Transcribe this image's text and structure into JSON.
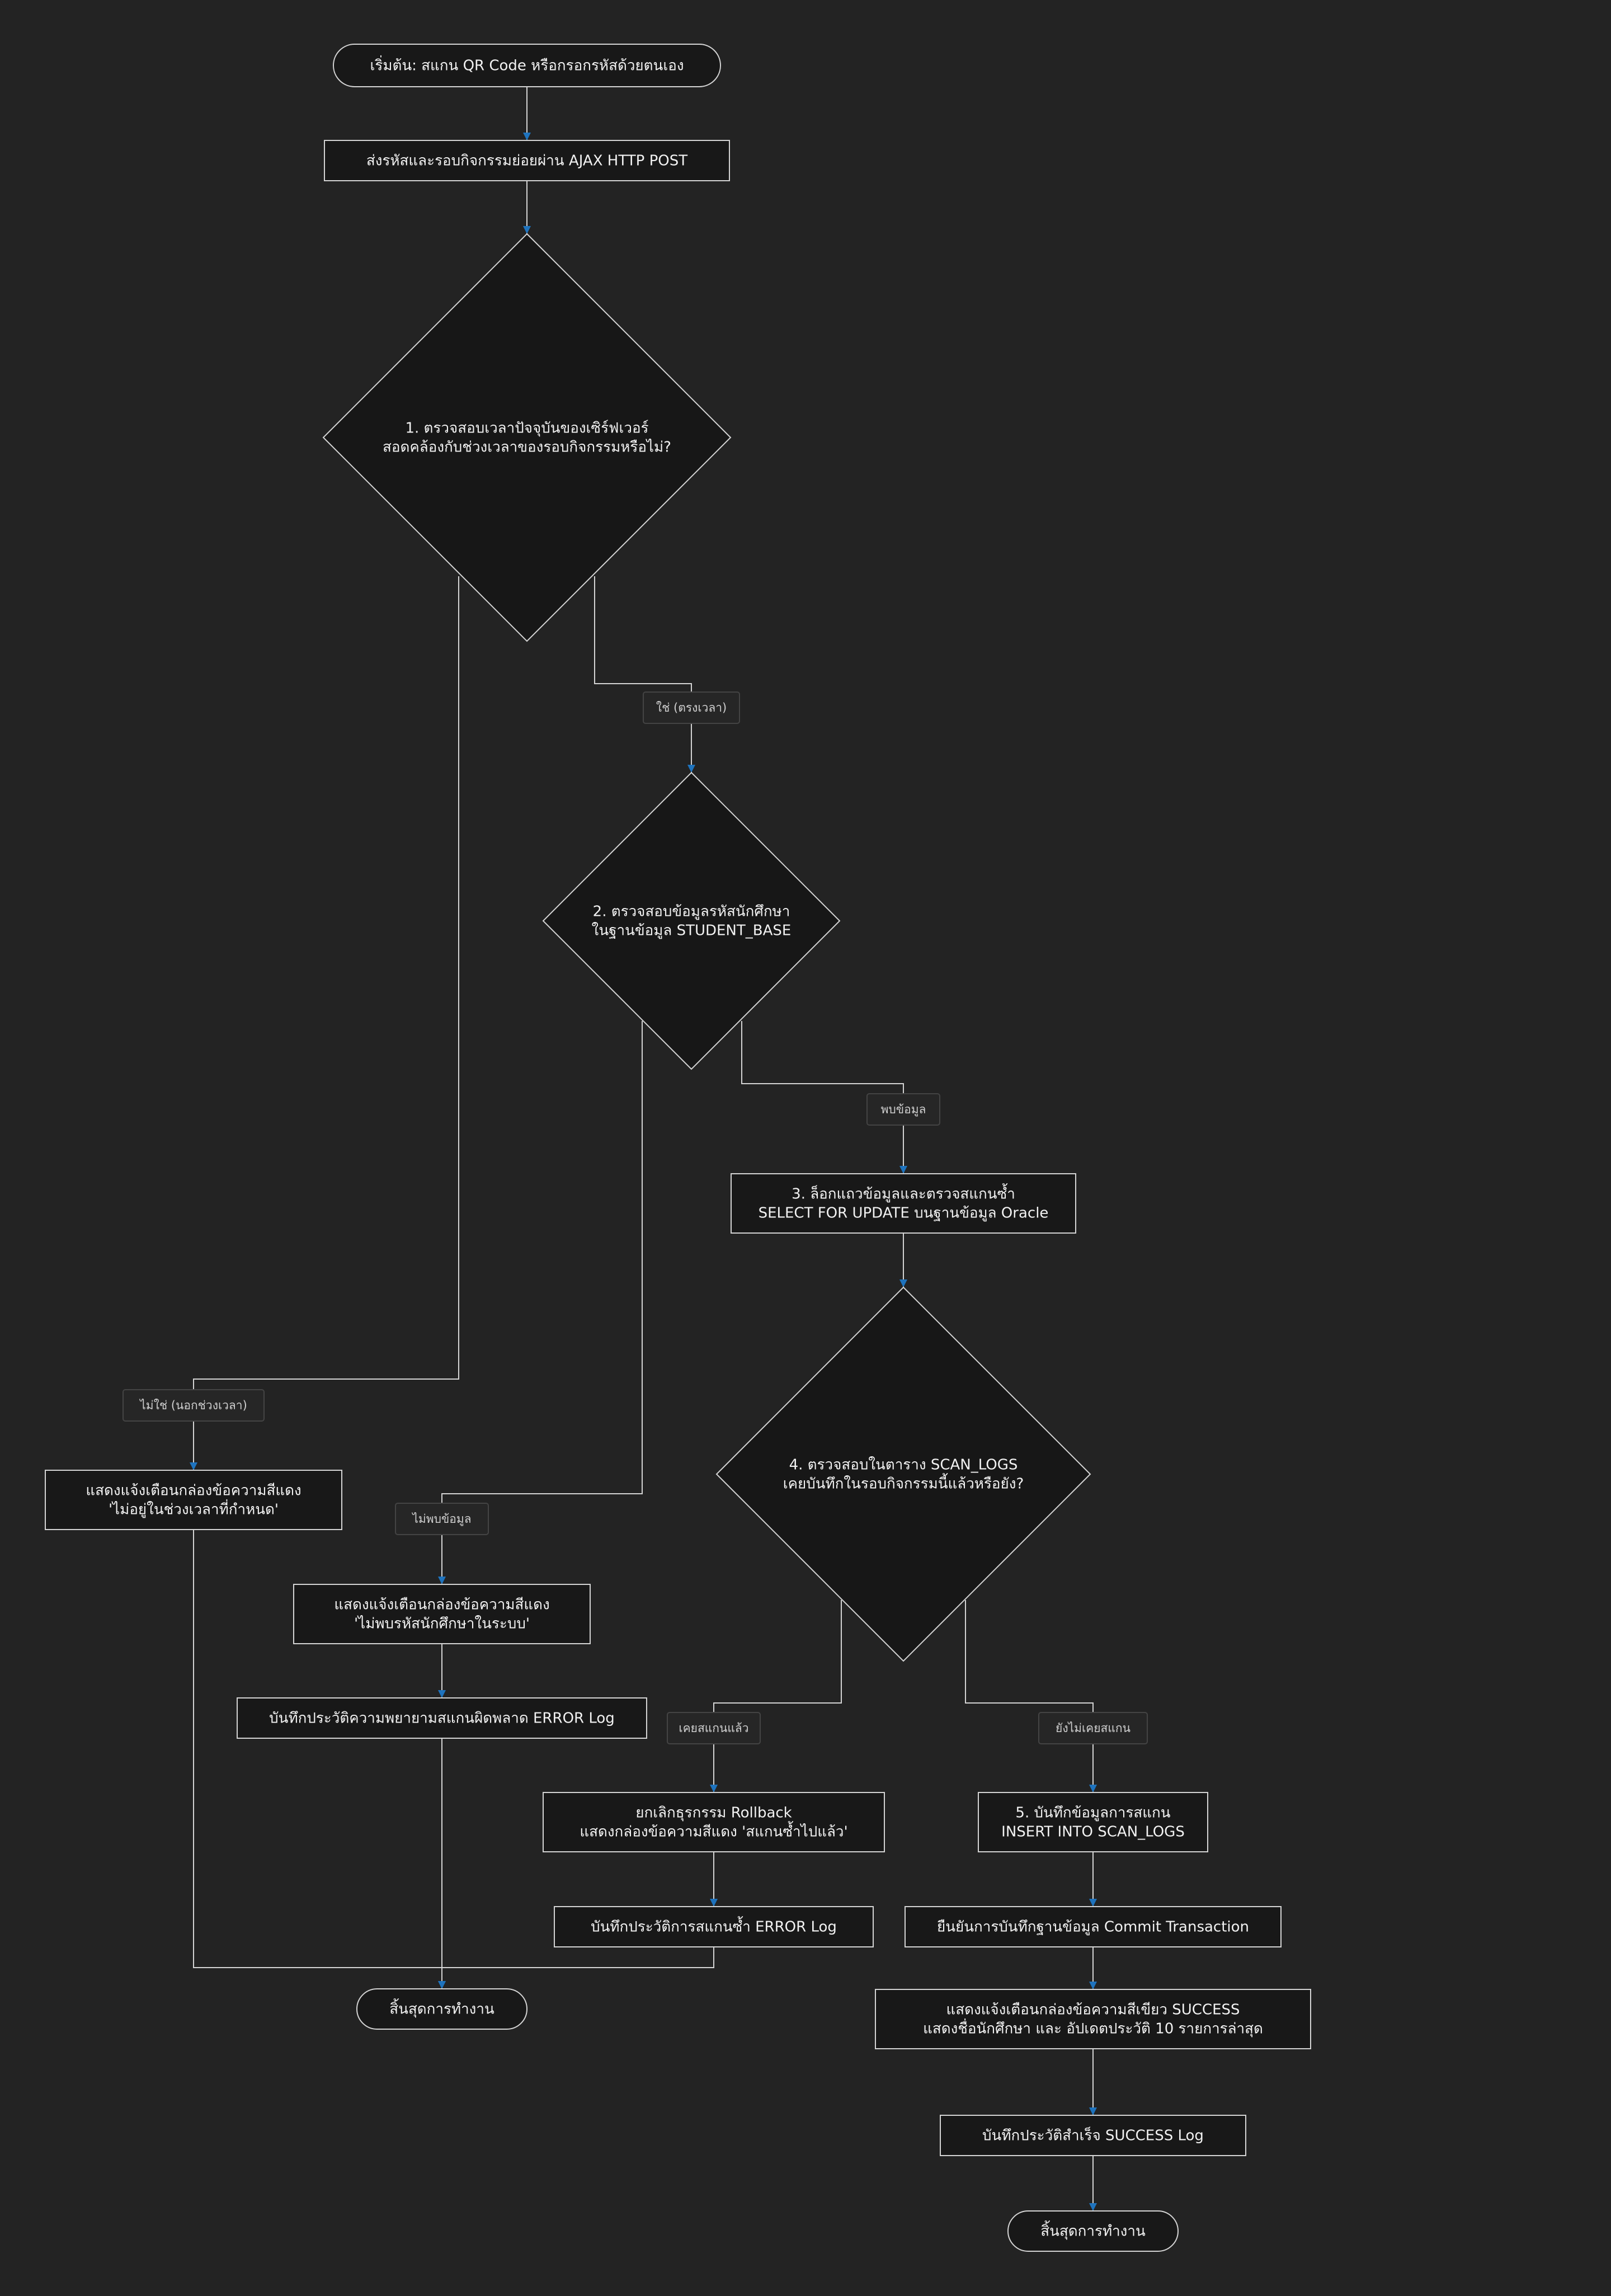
{
  "diagram": {
    "colors": {
      "background": "#232323",
      "node_fill": "#181818",
      "node_stroke": "#d4d4d4",
      "edge_stroke": "#d4d4d4",
      "arrowhead": "#1e73be",
      "text": "#f2f2f2",
      "edge_label_text": "#cfcfcf"
    },
    "nodes": {
      "start": {
        "shape": "terminal",
        "lines": [
          "เริ่มต้น: สแกน QR Code หรือกรอกรหัสด้วยตนเอง"
        ]
      },
      "send_ajax": {
        "shape": "process",
        "lines": [
          "ส่งรหัสและรอบกิจกรรมย่อยผ่าน AJAX HTTP POST"
        ]
      },
      "check_time": {
        "shape": "decision",
        "lines": [
          "1. ตรวจสอบเวลาปัจจุบันของเซิร์ฟเวอร์",
          "สอดคล้องกับช่วงเวลาของรอบกิจกรรมหรือไม่?"
        ]
      },
      "check_student": {
        "shape": "decision",
        "lines": [
          "2. ตรวจสอบข้อมูลรหัสนักศึกษา",
          "ในฐานข้อมูล STUDENT_BASE"
        ]
      },
      "lock_row": {
        "shape": "process",
        "lines": [
          "3. ล็อกแถวข้อมูลและตรวจสแกนซ้ำ",
          "SELECT FOR UPDATE บนฐานข้อมูล Oracle"
        ]
      },
      "check_scan_logs": {
        "shape": "decision",
        "lines": [
          "4. ตรวจสอบในตาราง SCAN_LOGS",
          "เคยบันทึกในรอบกิจกรรมนี้แล้วหรือยัง?"
        ]
      },
      "alert_time": {
        "shape": "process",
        "lines": [
          "แสดงแจ้งเตือนกล่องข้อความสีแดง",
          "'ไม่อยู่ในช่วงเวลาที่กำหนด'"
        ]
      },
      "alert_not_found": {
        "shape": "process",
        "lines": [
          "แสดงแจ้งเตือนกล่องข้อความสีแดง",
          "'ไม่พบรหัสนักศึกษาในระบบ'"
        ]
      },
      "log_error_attempt": {
        "shape": "process",
        "lines": [
          "บันทึกประวัติความพยายามสแกนผิดพลาด ERROR Log"
        ]
      },
      "rollback": {
        "shape": "process",
        "lines": [
          "ยกเลิกธุรกรรม Rollback",
          "แสดงกล่องข้อความสีแดง 'สแกนซ้ำไปแล้ว'"
        ]
      },
      "log_duplicate": {
        "shape": "process",
        "lines": [
          "บันทึกประวัติการสแกนซ้ำ ERROR Log"
        ]
      },
      "insert_scan": {
        "shape": "process",
        "lines": [
          "5. บันทึกข้อมูลการสแกน",
          "INSERT INTO SCAN_LOGS"
        ]
      },
      "commit": {
        "shape": "process",
        "lines": [
          "ยืนยันการบันทึกฐานข้อมูล Commit Transaction"
        ]
      },
      "alert_success": {
        "shape": "process",
        "lines": [
          "แสดงแจ้งเตือนกล่องข้อความสีเขียว SUCCESS",
          "แสดงชื่อนักศึกษา และ อัปเดตประวัติ 10 รายการล่าสุด"
        ]
      },
      "log_success": {
        "shape": "process",
        "lines": [
          "บันทึกประวัติสำเร็จ SUCCESS Log"
        ]
      },
      "end_error": {
        "shape": "terminal",
        "lines": [
          "สิ้นสุดการทำงาน"
        ]
      },
      "end_success": {
        "shape": "terminal",
        "lines": [
          "สิ้นสุดการทำงาน"
        ]
      }
    },
    "edges": [
      {
        "from": "start",
        "to": "send_ajax",
        "label": ""
      },
      {
        "from": "send_ajax",
        "to": "check_time",
        "label": ""
      },
      {
        "from": "check_time",
        "to": "check_student",
        "label": "ใช่ (ตรงเวลา)"
      },
      {
        "from": "check_time",
        "to": "alert_time",
        "label": "ไม่ใช่ (นอกช่วงเวลา)"
      },
      {
        "from": "check_student",
        "to": "lock_row",
        "label": "พบข้อมูล"
      },
      {
        "from": "check_student",
        "to": "alert_not_found",
        "label": "ไม่พบข้อมูล"
      },
      {
        "from": "lock_row",
        "to": "check_scan_logs",
        "label": ""
      },
      {
        "from": "check_scan_logs",
        "to": "rollback",
        "label": "เคยสแกนแล้ว"
      },
      {
        "from": "check_scan_logs",
        "to": "insert_scan",
        "label": "ยังไม่เคยสแกน"
      },
      {
        "from": "alert_not_found",
        "to": "log_error_attempt",
        "label": ""
      },
      {
        "from": "rollback",
        "to": "log_duplicate",
        "label": ""
      },
      {
        "from": "log_error_attempt",
        "to": "end_error",
        "label": ""
      },
      {
        "from": "alert_time",
        "to": "end_error",
        "label": ""
      },
      {
        "from": "log_duplicate",
        "to": "end_error",
        "label": ""
      },
      {
        "from": "insert_scan",
        "to": "commit",
        "label": ""
      },
      {
        "from": "commit",
        "to": "alert_success",
        "label": ""
      },
      {
        "from": "alert_success",
        "to": "log_success",
        "label": ""
      },
      {
        "from": "log_success",
        "to": "end_success",
        "label": ""
      }
    ]
  }
}
